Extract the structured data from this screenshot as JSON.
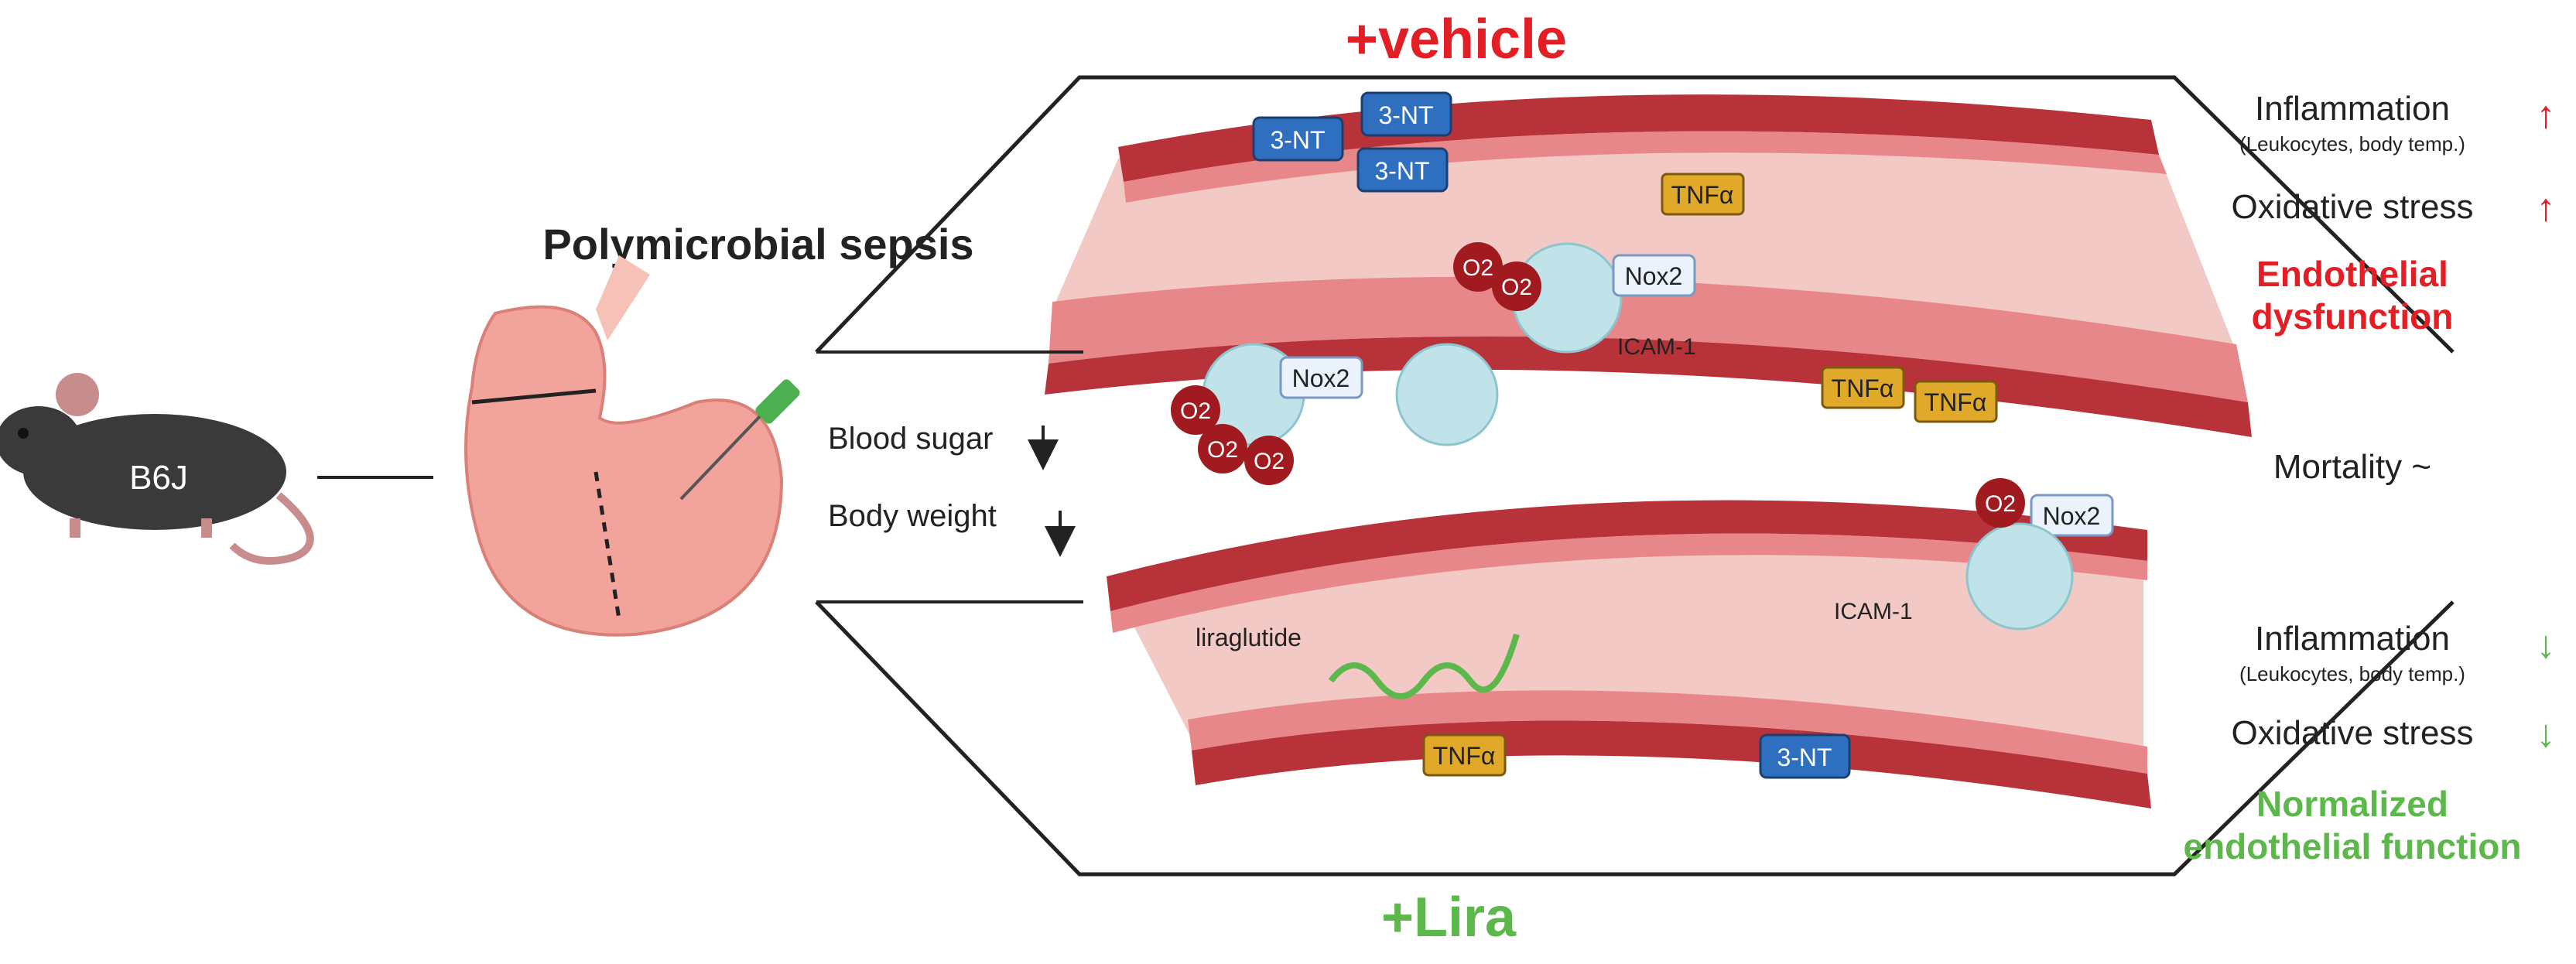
{
  "title": "Polymicrobial sepsis",
  "mouse_label": "B6J",
  "vehicle_group": {
    "label": "+vehicle",
    "color": "#e31e24"
  },
  "lira_group": {
    "label": "+Lira",
    "color": "#5cb84a"
  },
  "middle_effects": {
    "blood_sugar": "Blood sugar",
    "body_weight": "Body weight"
  },
  "vehicle_outcomes": {
    "inflammation": "Inflammation",
    "inflammation_note": "(Leukocytes, body temp.)",
    "oxidative_stress": "Oxidative stress",
    "endothelial_line1": "Endothelial",
    "endothelial_line2": "dysfunction"
  },
  "mortality": "Mortality ~",
  "lira_outcomes": {
    "inflammation": "Inflammation",
    "inflammation_note": "(Leukocytes, body temp.)",
    "oxidative_stress": "Oxidative stress",
    "endothelial_line1": "Normalized",
    "endothelial_line2": "endothelial function"
  },
  "markers": {
    "nt": "3-NT",
    "tnf": "TNFα",
    "nox2": "Nox2",
    "icam": "ICAM-1",
    "superoxide": "O2",
    "liraglutide": "liraglutide"
  },
  "colors": {
    "vessel_wall": "#b8323a",
    "vessel_lumen": "#f3c9c6",
    "endothelium": "#e8878a",
    "nt_box": "#2f6fbf",
    "tnf_box": "#e0a92a",
    "leukocyte": "#bfe3e8",
    "superoxide": "#a01a1f",
    "up_arrow": "#e31e24",
    "down_arrow": "#5cb84a"
  }
}
